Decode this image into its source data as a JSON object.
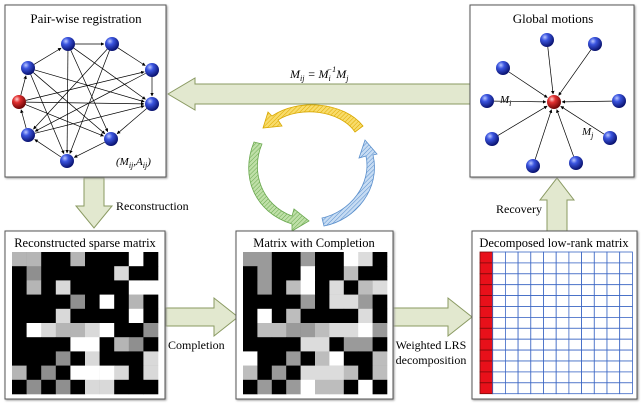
{
  "panels": {
    "pairwise": {
      "title": "Pair-wise registration",
      "pair_label": "(M",
      "pair_sub_ij": "ij",
      "pair_comma": ",A",
      "pair_sub_ij2": "ij",
      "pair_close": ")"
    },
    "global": {
      "title": "Global motions",
      "label_mi": "M",
      "label_mi_sub": "i",
      "label_mj": "M",
      "label_mj_sub": "j"
    },
    "sparse": {
      "title": "Reconstructed sparse matrix"
    },
    "completed": {
      "title": "Matrix with Completion"
    },
    "lowrank": {
      "title": "Decomposed low-rank matrix"
    }
  },
  "arrows": {
    "formula": {
      "lhs": "M",
      "lhs_sub": "ij",
      "eq": " = M",
      "mid_sub": "i",
      "mid_sup": "−1",
      "rhs": "M",
      "rhs_sub": "j"
    },
    "reconstruction": "Reconstruction",
    "completion": "Completion",
    "weighted_line1": "Weighted LRS",
    "weighted_line2": "decomposition",
    "recovery": "Recovery"
  },
  "colors": {
    "node_blue": "#1f35c9",
    "node_red": "#d42020",
    "arrow_fill": "#e2e8cf",
    "arrow_stroke": "#8a9a62",
    "cycle_yellow": "#f2c21b",
    "cycle_green": "#8bc26c",
    "cycle_blue": "#6ea6d6",
    "grid_blue": "#3b66c4",
    "grid_red": "#e8101a"
  }
}
